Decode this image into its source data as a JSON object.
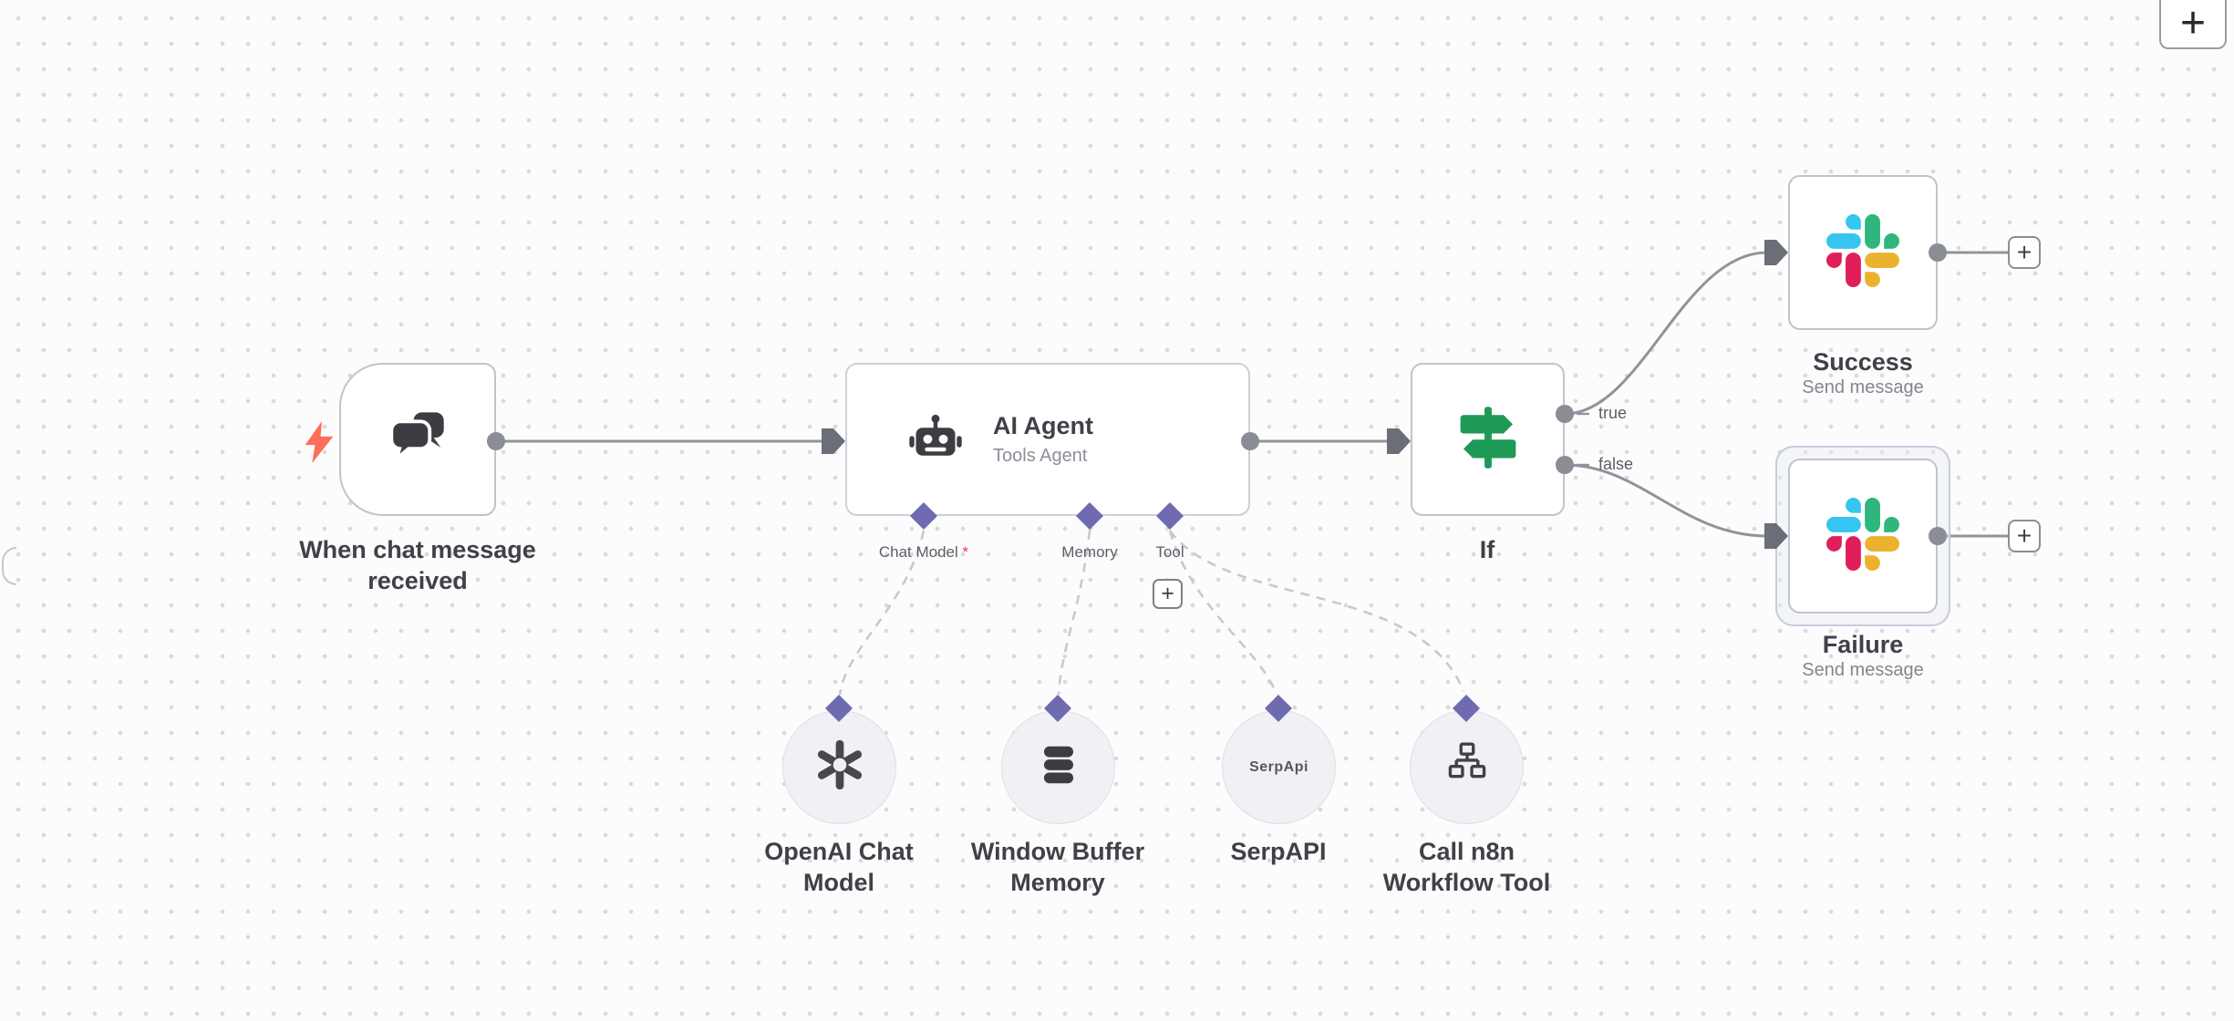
{
  "colors": {
    "canvas_dot": "#d9d9de",
    "wire": "#909399",
    "dashed_wire": "#c8c9cf",
    "endpoint_diamond": "#6f6bb0",
    "bolt": "#ff6d5a",
    "if_icon_green": "#1e9a55",
    "slack_blue": "#36C5F0",
    "slack_green": "#2EB67D",
    "slack_yellow": "#ECB22E",
    "slack_red": "#E01E5A",
    "required_asterisk": "#d9433c"
  },
  "controls": {
    "add_node_button": "+",
    "add_after_success": "+",
    "add_after_failure": "+",
    "add_tool_button": "+"
  },
  "nodes": {
    "trigger": {
      "label": "When chat message received"
    },
    "ai_agent": {
      "title": "AI Agent",
      "subtitle": "Tools Agent",
      "chat_model_label": "Chat Model",
      "chat_model_required": "*",
      "memory_label": "Memory",
      "tool_label": "Tool"
    },
    "if": {
      "label": "If",
      "true_label": "true",
      "false_label": "false"
    },
    "success": {
      "label": "Success",
      "subtitle": "Send message"
    },
    "failure": {
      "label": "Failure",
      "subtitle": "Send message"
    },
    "openai_chat_model": {
      "label": "OpenAI Chat Model"
    },
    "window_buffer_memory": {
      "label": "Window Buffer Memory"
    },
    "serpapi": {
      "label": "SerpAPI",
      "icon_text": "SerpApi"
    },
    "call_n8n_workflow_tool": {
      "label": "Call n8n Workflow Tool"
    }
  }
}
